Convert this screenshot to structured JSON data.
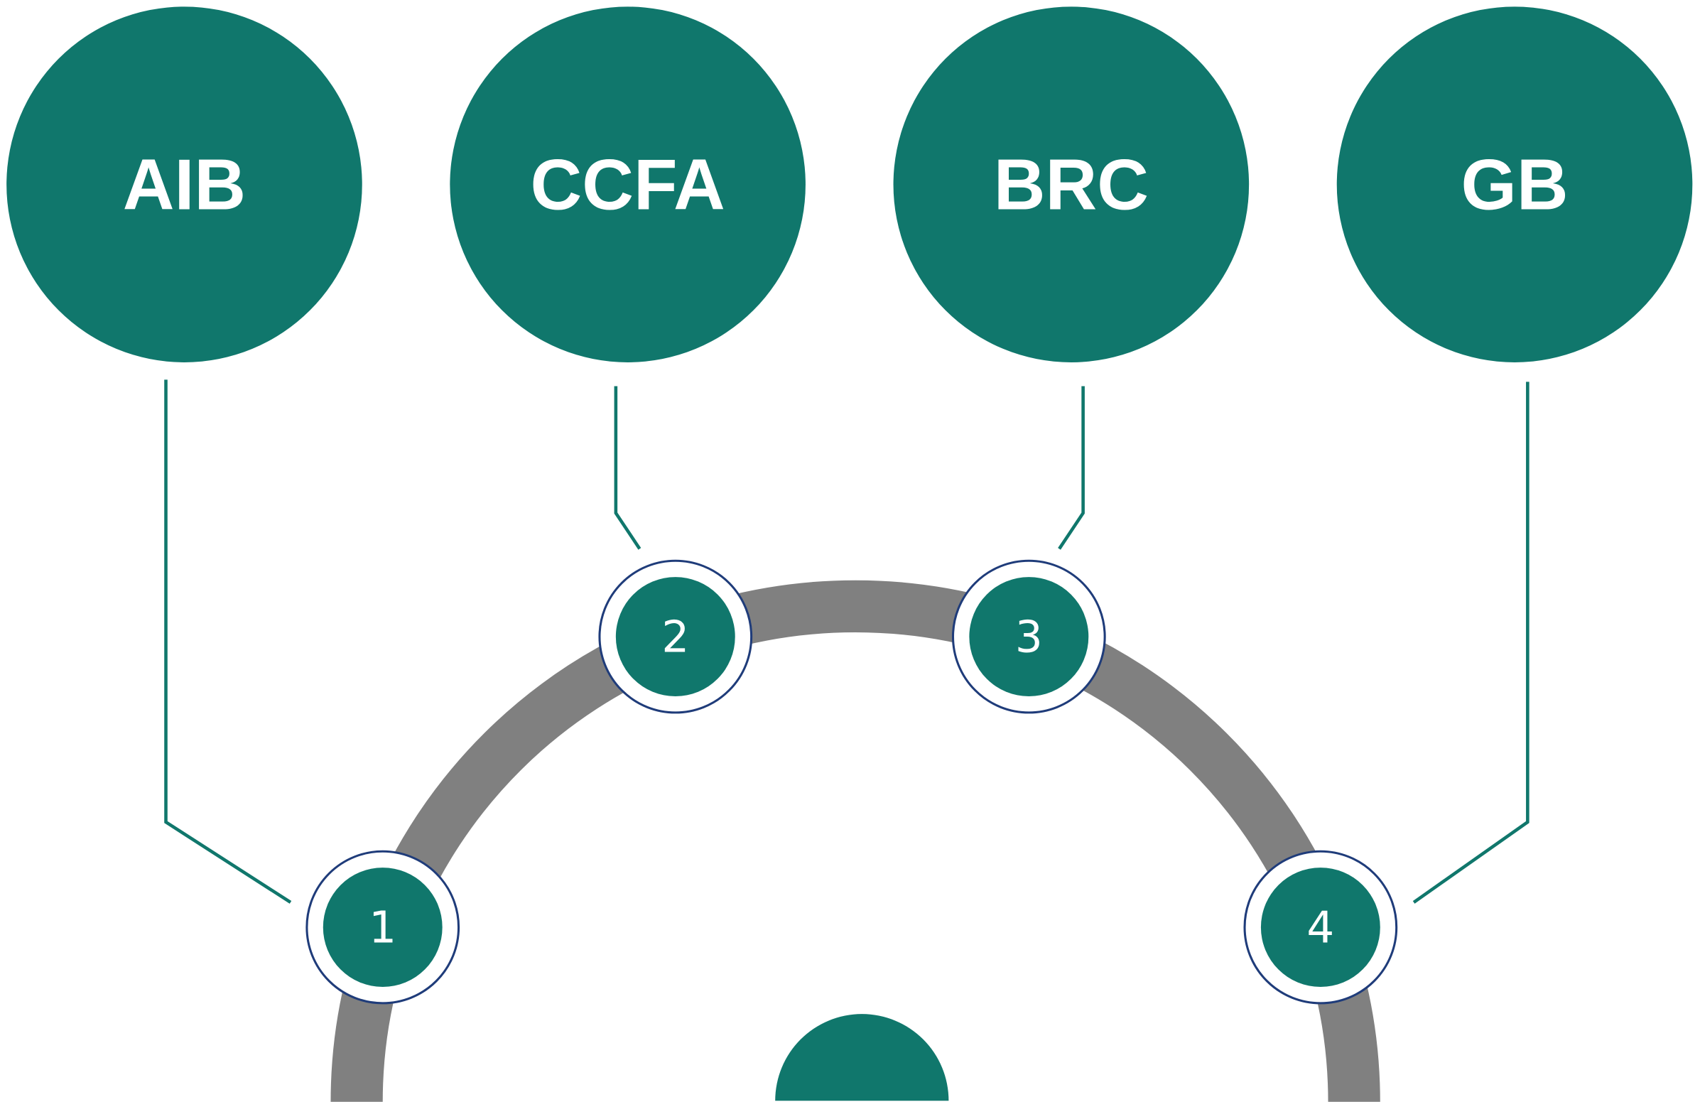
{
  "colors": {
    "teal": "#10776c",
    "arc": "#808080",
    "ring": "#1f3c7a",
    "background": "#ffffff"
  },
  "organizations": [
    {
      "label": "AIB",
      "step": "1"
    },
    {
      "label": "CCFA",
      "step": "2"
    },
    {
      "label": "BRC",
      "step": "3"
    },
    {
      "label": "GB",
      "step": "4"
    }
  ]
}
